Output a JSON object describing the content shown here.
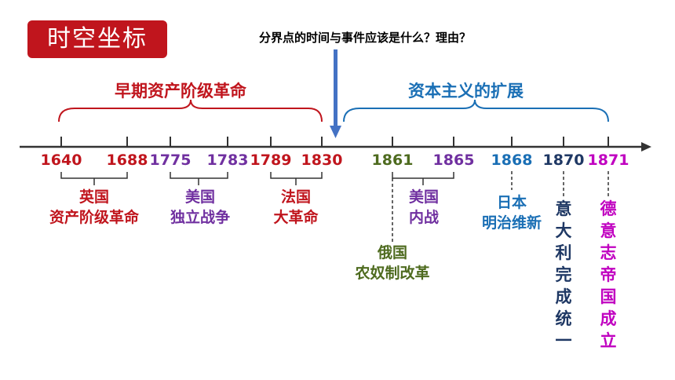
{
  "title": "时空坐标",
  "question": "分界点的时间与事件应该是什么？理由？",
  "periods": [
    {
      "label": "早期资产阶级革命",
      "color": "#c0151d"
    },
    {
      "label": "资本主义的扩展",
      "color": "#1a6fb5"
    }
  ],
  "years": [
    "1640",
    "1688",
    "1775",
    "1783",
    "1789",
    "1830",
    "1861",
    "1865",
    "1868",
    "1870",
    "1871"
  ],
  "events": {
    "england": {
      "line1": "英国",
      "line2": "资产阶级革命"
    },
    "usa_independence": {
      "line1": "美国",
      "line2": "独立战争"
    },
    "france": {
      "line1": "法国",
      "line2": "大革命"
    },
    "usa_civil_war": {
      "line1": "美国",
      "line2": "内战"
    },
    "russia": {
      "line1": "俄国",
      "line2": "农奴制改革"
    },
    "japan": {
      "line1": "日本",
      "line2": "明治维新"
    },
    "italy": "意大利完成统一",
    "germany": "德意志帝国成立"
  },
  "colors": {
    "red": "#c0151d",
    "purple": "#7030a0",
    "green": "#4e6b1f",
    "blue": "#1a6fb5",
    "navy": "#1f3864",
    "magenta": "#c000c0",
    "arrow": "#4472c4"
  }
}
